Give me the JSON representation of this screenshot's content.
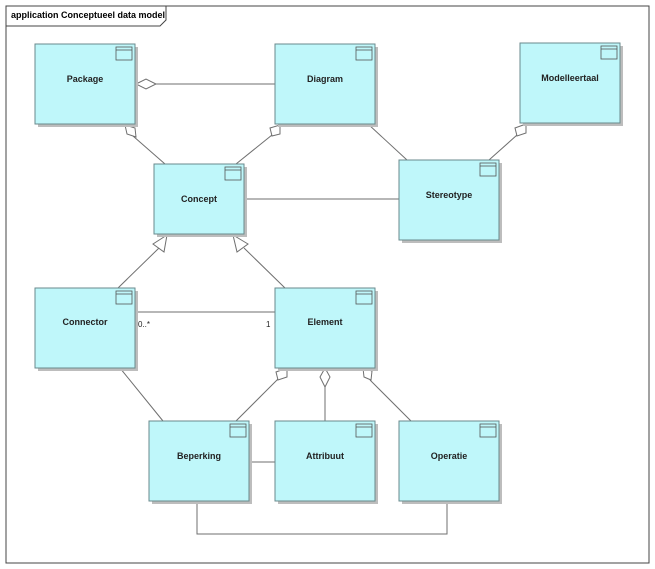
{
  "diagram": {
    "title": "application Conceptueel data model",
    "classes": {
      "package": "Package",
      "diagram": "Diagram",
      "modelleertaal": "Modelleertaal",
      "concept": "Concept",
      "stereotype": "Stereotype",
      "connector": "Connector",
      "element": "Element",
      "beperking": "Beperking",
      "attribuut": "Attribuut",
      "operatie": "Operatie"
    },
    "multiplicities": {
      "connector_end": "0..*",
      "element_end": "1"
    }
  },
  "colors": {
    "class_fill": "#bff7fa",
    "line": "#6f6f6f"
  }
}
